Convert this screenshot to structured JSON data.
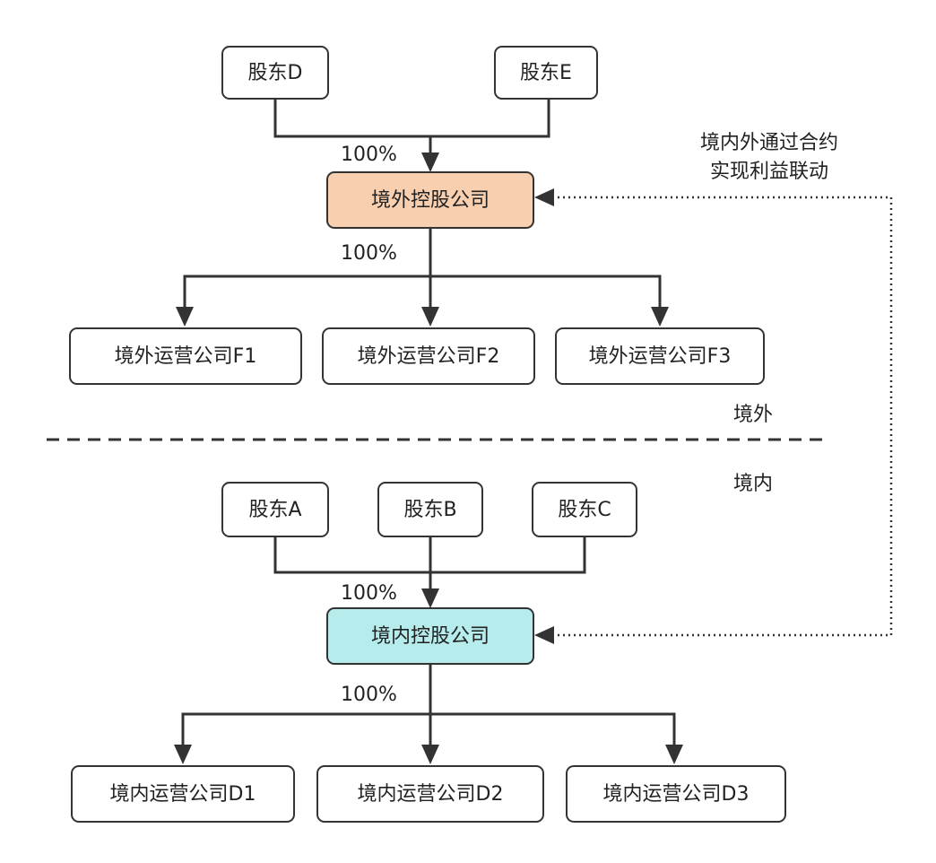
{
  "colors": {
    "offshore_holding": "#f8d0b0",
    "onshore_holding": "#b6ecec",
    "line": "#333333"
  },
  "offshore": {
    "shareholders": [
      "股东D",
      "股东E"
    ],
    "holding": "境外控股公司",
    "ops": [
      "境外运营公司F1",
      "境外运营公司F2",
      "境外运营公司F3"
    ],
    "pct_to_holding": "100%",
    "pct_to_ops": "100%"
  },
  "onshore": {
    "shareholders": [
      "股东A",
      "股东B",
      "股东C"
    ],
    "holding": "境内控股公司",
    "ops": [
      "境内运营公司D1",
      "境内运营公司D2",
      "境内运营公司D3"
    ],
    "pct_to_holding": "100%",
    "pct_to_ops": "100%"
  },
  "region_labels": {
    "offshore": "境外",
    "onshore": "境内"
  },
  "contract_note": [
    "境内外通过合约",
    "实现利益联动"
  ]
}
